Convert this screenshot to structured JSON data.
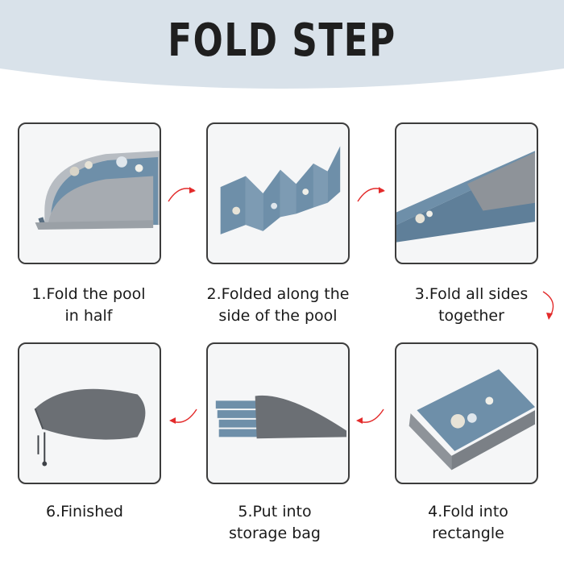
{
  "title": "FOLD STEP",
  "colors": {
    "header_band": "#d9e2ea",
    "frame": "#3c3c3c",
    "arrow": "#e32b2b",
    "pool_blue": "#6e8fa9",
    "pool_gray": "#8e9399",
    "bag_gray": "#6b6f74"
  },
  "steps": [
    {
      "number": "1",
      "lines": [
        "1.Fold the pool",
        "in half"
      ],
      "illustration": "half-circle-pool"
    },
    {
      "number": "2",
      "lines": [
        "2.Folded along the",
        "side of the pool"
      ],
      "illustration": "zigzag-wall"
    },
    {
      "number": "3",
      "lines": [
        "3.Fold all sides",
        "together"
      ],
      "illustration": "folded-wedge"
    },
    {
      "number": "4",
      "lines": [
        "4.Fold into",
        "rectangle"
      ],
      "illustration": "folded-rectangle"
    },
    {
      "number": "5",
      "lines": [
        "5.Put into",
        "storage bag"
      ],
      "illustration": "pool-in-bag"
    },
    {
      "number": "6",
      "lines": [
        "6.Finished"
      ],
      "illustration": "drawstring-bag"
    }
  ]
}
